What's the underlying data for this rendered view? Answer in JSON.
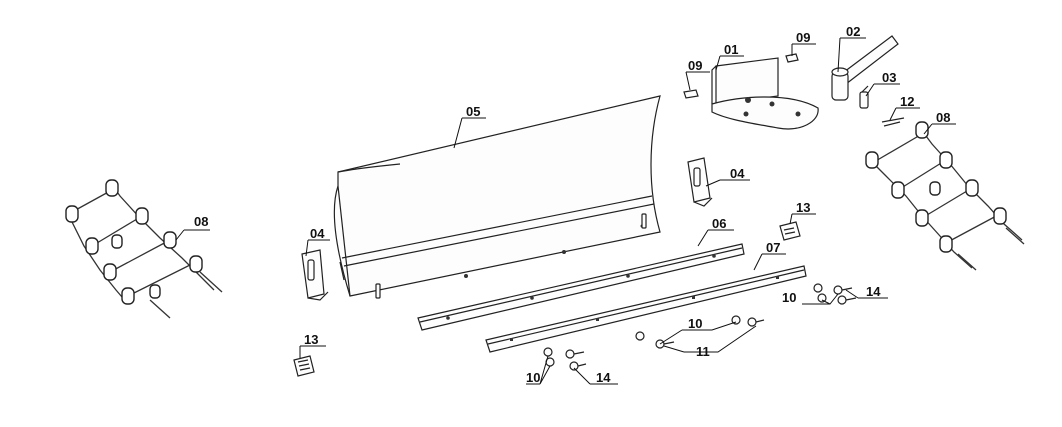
{
  "callouts": {
    "c01": "01",
    "c02": "02",
    "c03": "03",
    "c04a": "04",
    "c04b": "04",
    "c05": "05",
    "c06": "06",
    "c07": "07",
    "c08a": "08",
    "c08b": "08",
    "c09a": "09",
    "c09b": "09",
    "c10a": "10",
    "c10b": "10",
    "c10c": "10",
    "c11": "11",
    "c12": "12",
    "c13a": "13",
    "c13b": "13",
    "c14a": "14",
    "c14b": "14"
  }
}
